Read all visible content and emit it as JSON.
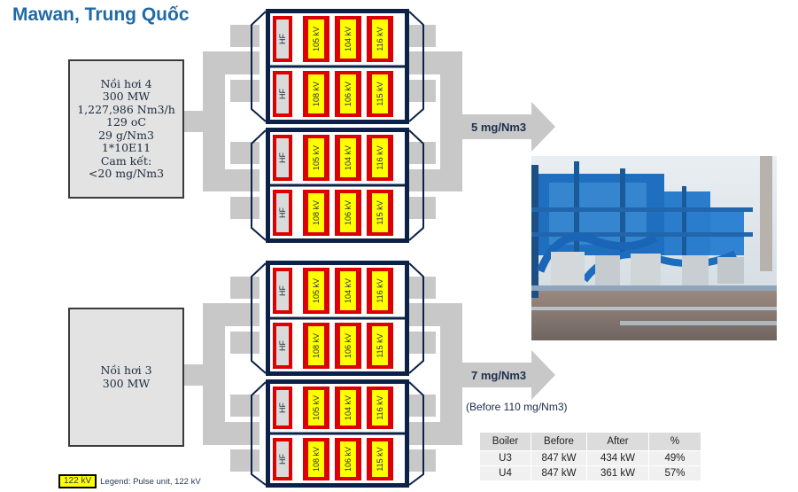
{
  "title": "Mawan, Trung Quốc",
  "boilers": [
    {
      "lines": [
        "Nồi hơi 4",
        "300 MW",
        "1,227,986 Nm3/h",
        "129 oC",
        "29 g/Nm3",
        "1*10E11",
        "Cam kết:",
        "<20 mg/Nm3"
      ]
    },
    {
      "lines": [
        "Nồi hơi 3",
        "300 MW"
      ]
    }
  ],
  "precipitators": [
    {
      "rows": [
        [
          "HF",
          "105 kV",
          "104 kV",
          "116 kV"
        ],
        [
          "HF",
          "108 kV",
          "106 kV",
          "115 kV"
        ]
      ]
    },
    {
      "rows": [
        [
          "HF",
          "105 kV",
          "104 kV",
          "116 kV"
        ],
        [
          "HF",
          "108 kV",
          "106 kV",
          "115 kV"
        ]
      ]
    },
    {
      "rows": [
        [
          "HF",
          "105 kV",
          "104 kV",
          "116 kV"
        ],
        [
          "HF",
          "108 kV",
          "106 kV",
          "115 kV"
        ]
      ]
    },
    {
      "rows": [
        [
          "HF",
          "105 kV",
          "104 kV",
          "116 kV"
        ],
        [
          "HF",
          "108 kV",
          "106 kV",
          "115 kV"
        ]
      ]
    }
  ],
  "emissions": [
    "5 mg/Nm3",
    "7 mg/Nm3"
  ],
  "before_note": "(Before 110 mg/Nm3)",
  "results_table": {
    "headers": [
      "Boiler",
      "Before",
      "After",
      "%"
    ],
    "rows": [
      [
        "U3",
        "847 kW",
        "434 kW",
        "49%"
      ],
      [
        "U4",
        "847 kW",
        "361 kW",
        "57%"
      ]
    ]
  },
  "legend": {
    "swatch": "122 kV",
    "text": "Legend: Pulse unit, 122 kV"
  },
  "colors": {
    "title": "#1f6aa6",
    "duct": "#c8c8c8",
    "esp_frame": "#0c2148",
    "pulse_unit_fill": "#ffff00",
    "pulse_unit_border": "#dd0000",
    "hf_unit_fill": "#dadada"
  }
}
